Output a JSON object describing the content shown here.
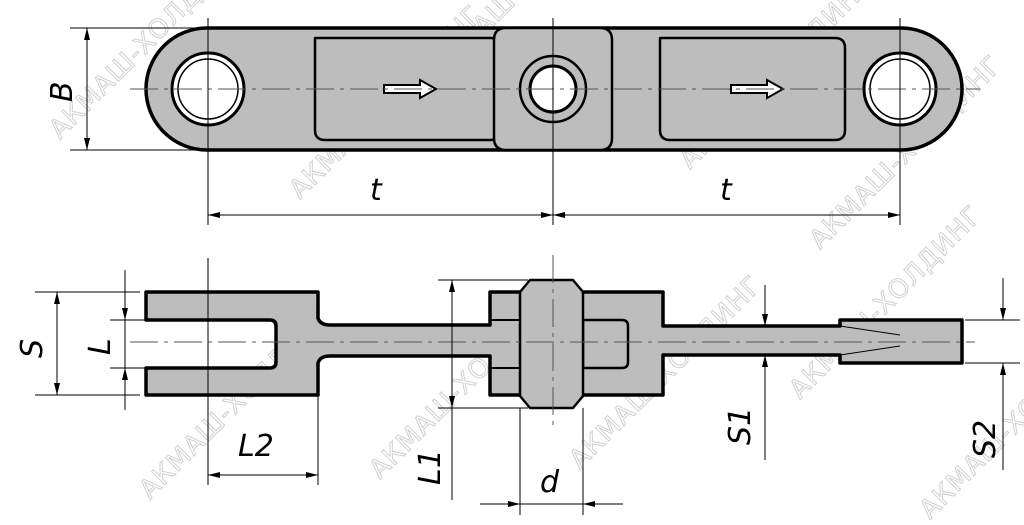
{
  "watermark": "АКМАШ-ХОЛДИНГ",
  "dimensions": {
    "B": "B",
    "t1": "t",
    "t2": "t",
    "S": "S",
    "L": "L",
    "L2": "L2",
    "L1": "L1",
    "d": "d",
    "S1": "S1",
    "S2": "S2"
  },
  "colors": {
    "part_fill": "#bdbdbd",
    "outline": "#000000",
    "watermark": "#d0d0d0"
  }
}
